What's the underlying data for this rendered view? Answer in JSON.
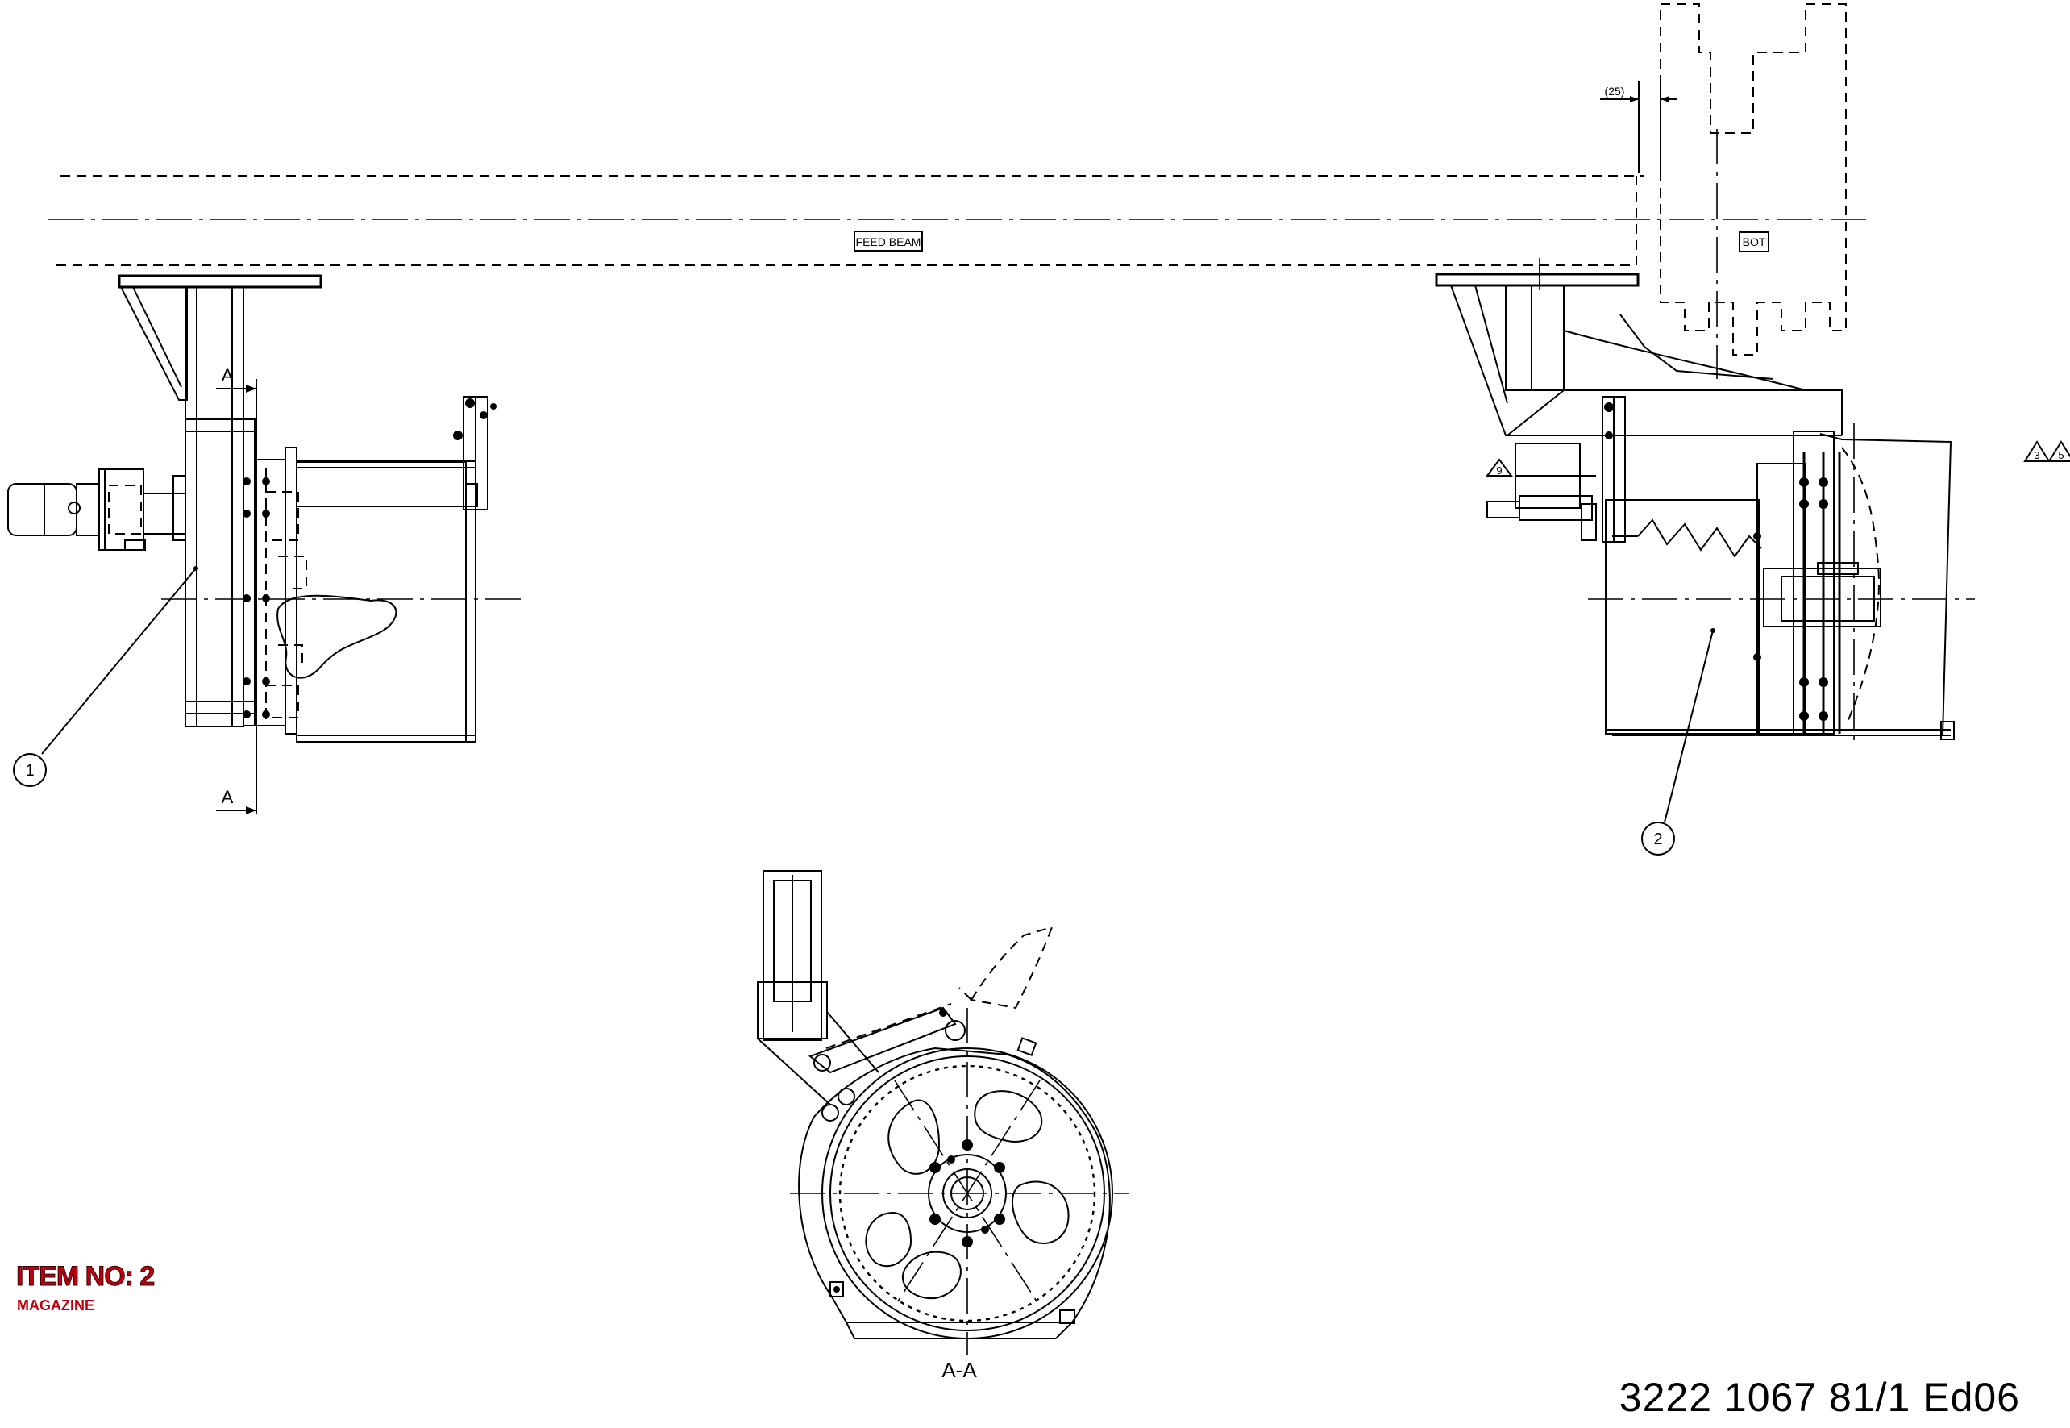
{
  "title_block": {
    "item_label": "ITEM NO: 2",
    "item_description": "MAGAZINE",
    "drawing_number": "3222 1067 81/1  Ed06"
  },
  "labels": {
    "feed_beam": "FEED BEAM",
    "bot": "BOT",
    "dimension_25": "(25)",
    "section_mark_top": "A",
    "section_mark_bottom": "A",
    "section_view": "A-A"
  },
  "balloons": {
    "item_1": "1",
    "item_2": "2"
  },
  "symbols": {
    "weld_symbol": "9",
    "note_symbols": [
      "3",
      "5"
    ]
  }
}
